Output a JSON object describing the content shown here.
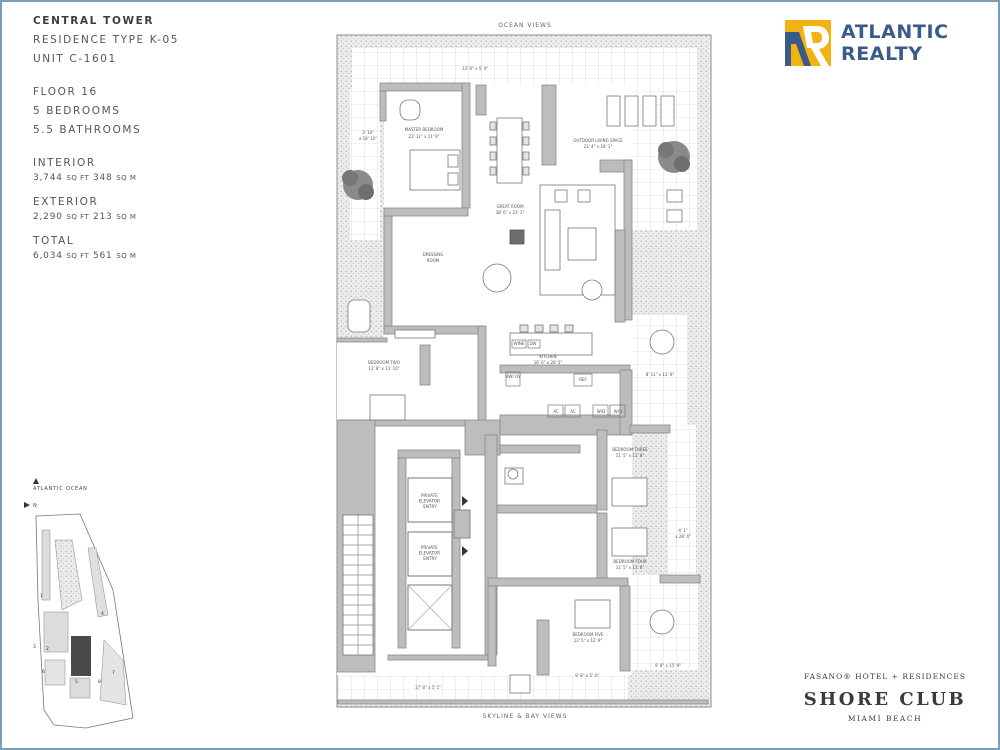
{
  "header": {
    "building": "CENTRAL TOWER",
    "residence_type": "RESIDENCE TYPE K-05",
    "unit": "UNIT C-1601",
    "floor": "FLOOR 16",
    "bedrooms": "5 BEDROOMS",
    "bathrooms": "5.5 BATHROOMS"
  },
  "areas": [
    {
      "label": "INTERIOR",
      "sqft": "3,744",
      "sqm": "348"
    },
    {
      "label": "EXTERIOR",
      "sqft": "2,290",
      "sqm": "213"
    },
    {
      "label": "TOTAL",
      "sqft": "6,034",
      "sqm": "561"
    }
  ],
  "units": {
    "sqft": "SQ FT",
    "sqm": "SQ M"
  },
  "logo": {
    "line1": "ATLANTIC",
    "line2": "REALTY",
    "colors": {
      "blue": "#3a5a8a",
      "yellow": "#f2b312"
    }
  },
  "orientation": {
    "top": "OCEAN VIEWS",
    "bottom": "SKYLINE & BAY VIEWS"
  },
  "rooms": {
    "master": {
      "name": "MASTER BEDROOM",
      "dim": "22' 11\" x 11' 9\""
    },
    "dressing": {
      "line1": "DRESSING",
      "line2": "ROOM"
    },
    "great": {
      "name": "GREAT ROOM",
      "dim": "38' 6\" x 23' 1\""
    },
    "outdoor": {
      "name": "OUTDOOR LIVING SPACE",
      "dim": "21' 4\" x 18' 1\""
    },
    "kitchen": {
      "name": "KITCHEN",
      "dim": "16' 6\" x 20' 5\""
    },
    "bed2": {
      "name": "BEDROOM TWO",
      "dim": "12' 8\" x 11' 10\""
    },
    "bed3": {
      "name": "BEDROOM THREE",
      "dim": "11' 5\" x 11' 8\""
    },
    "bed4": {
      "name": "BEDROOM FOUR",
      "dim": "11' 5\" x 11' 8\""
    },
    "bed5": {
      "name": "BEDROOM FIVE",
      "dim": "12' 5\" x 12' 9\""
    },
    "elevator": {
      "line1": "PRIVATE",
      "line2": "ELEVATOR",
      "line3": "ENTRY"
    }
  },
  "dims": {
    "top": "13' 8\" x 5' 4\"",
    "left_a": "3' 10\"",
    "left_b": "x 18' 10\"",
    "right_mid": "8' 11\" x 11' 9\"",
    "right_b1": "4' 1\"",
    "right_b2": "x 28' 4\"",
    "bottom_right": "9' 8\" x 15' 9\"",
    "bottom_mid": "9' 8\" x 5' 4\"",
    "bottom_left": "17' 8\" x 5' 1\""
  },
  "appliances": {
    "wine": "WINE",
    "dw": "DW",
    "micro": "MW/\nOV",
    "ref": "REF",
    "ac": "AC",
    "wd": "W/D"
  },
  "site_map": {
    "ocean_label": "ATLANTIC OCEAN",
    "north": "N",
    "numbers": [
      "1",
      "2",
      "3",
      "4",
      "5",
      "6",
      "7",
      "8"
    ]
  },
  "brand": {
    "line1": "FASANO® HOTEL + RESIDENCES",
    "line2": "SHORE CLUB",
    "line3": "MIAMI BEACH"
  }
}
